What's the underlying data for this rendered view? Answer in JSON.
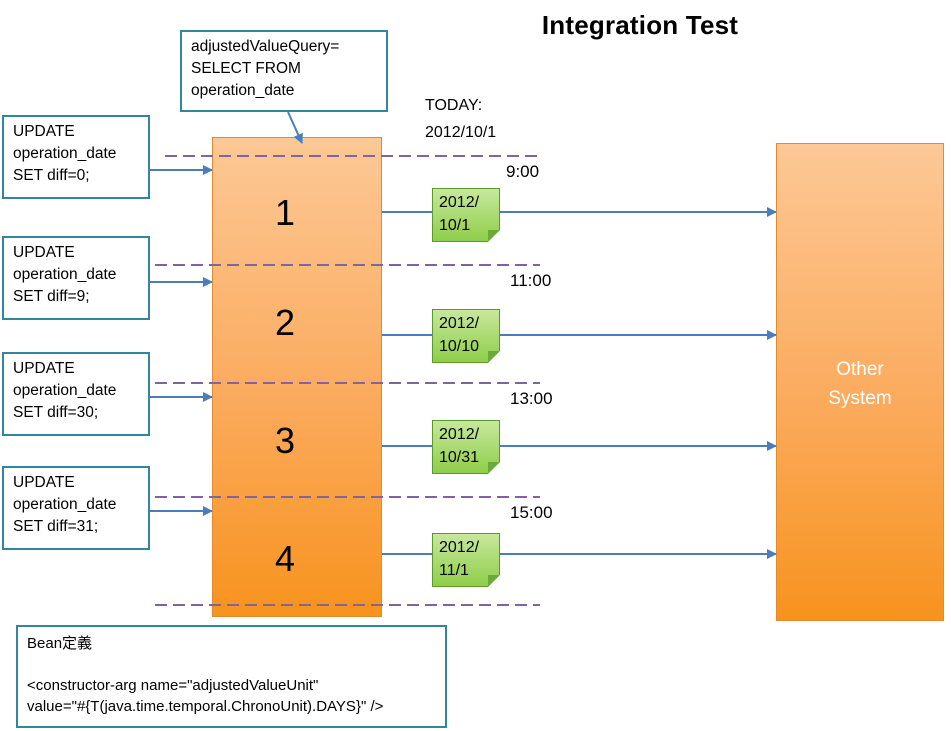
{
  "title": "Integration Test",
  "query_box": {
    "lines": [
      "adjustedValueQuery=",
      "SELECT FROM",
      "operation_date"
    ]
  },
  "today": {
    "label": "TODAY:",
    "date": "2012/10/1"
  },
  "update_boxes": [
    {
      "lines": [
        "UPDATE",
        "operation_date",
        "SET diff=0;"
      ]
    },
    {
      "lines": [
        "UPDATE",
        "operation_date",
        "SET diff=9;"
      ]
    },
    {
      "lines": [
        "UPDATE",
        "operation_date",
        "SET diff=30;"
      ]
    },
    {
      "lines": [
        "UPDATE",
        "operation_date",
        "SET diff=31;"
      ]
    }
  ],
  "segments": [
    {
      "number": "1",
      "time": "9:00",
      "date_line1": "2012/",
      "date_line2": "10/1"
    },
    {
      "number": "2",
      "time": "11:00",
      "date_line1": "2012/",
      "date_line2": "10/10"
    },
    {
      "number": "3",
      "time": "13:00",
      "date_line1": "2012/",
      "date_line2": "10/31"
    },
    {
      "number": "4",
      "time": "15:00",
      "date_line1": "2012/",
      "date_line2": "11/1"
    }
  ],
  "other_system": {
    "line1": "Other",
    "line2": "System"
  },
  "bean_box": {
    "line1": "Bean定義",
    "line2": "<constructor-arg name=\"adjustedValueUnit\"",
    "line3": "value=\"#{T(java.time.temporal.ChronoUnit).DAYS}\" />"
  },
  "colors": {
    "box_border": "#31859c",
    "arrow": "#4a7ebb",
    "dashed_line": "#8064a2",
    "orange": "#f7931e",
    "note_green": "#9bd25a"
  }
}
